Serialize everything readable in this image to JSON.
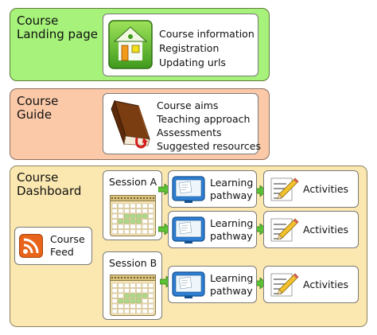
{
  "colors": {
    "landing_bg": "#a6f27a",
    "landing_border": "#5f7a3a",
    "guide_bg": "#fbc9a8",
    "guide_border": "#8b6e5d",
    "dashboard_bg": "#fbe8b0",
    "dashboard_border": "#8f8460",
    "arrow_green": "#5cc235",
    "rss_orange": "#e8641b",
    "pencil_yellow": "#f2c12e"
  },
  "landing": {
    "title_line1": "Course",
    "title_line2": "Landing page",
    "icon": "home-icon",
    "items": [
      "Course information",
      "Registration",
      "Updating urls"
    ]
  },
  "guide": {
    "title_line1": "Course",
    "title_line2": "Guide",
    "icon": "book-icon",
    "items": [
      "Course aims",
      "Teaching approach",
      "Assessments",
      "Suggested resources"
    ]
  },
  "dashboard": {
    "title_line1": "Course",
    "title_line2": "Dashboard",
    "feed": {
      "line1": "Course",
      "line2": "Feed",
      "icon": "rss-icon"
    },
    "session_a": {
      "label": "Session A",
      "icon": "calendar-icon"
    },
    "session_b": {
      "label": "Session B",
      "icon": "calendar-icon"
    },
    "pathways": [
      {
        "line1": "Learning",
        "line2": "pathway",
        "icon": "monitor-icon",
        "activity": "Activities"
      },
      {
        "line1": "Learning",
        "line2": "pathway",
        "icon": "monitor-icon",
        "activity": "Activities"
      },
      {
        "line1": "Learning",
        "line2": "pathway",
        "icon": "monitor-icon",
        "activity": "Activities"
      }
    ]
  }
}
